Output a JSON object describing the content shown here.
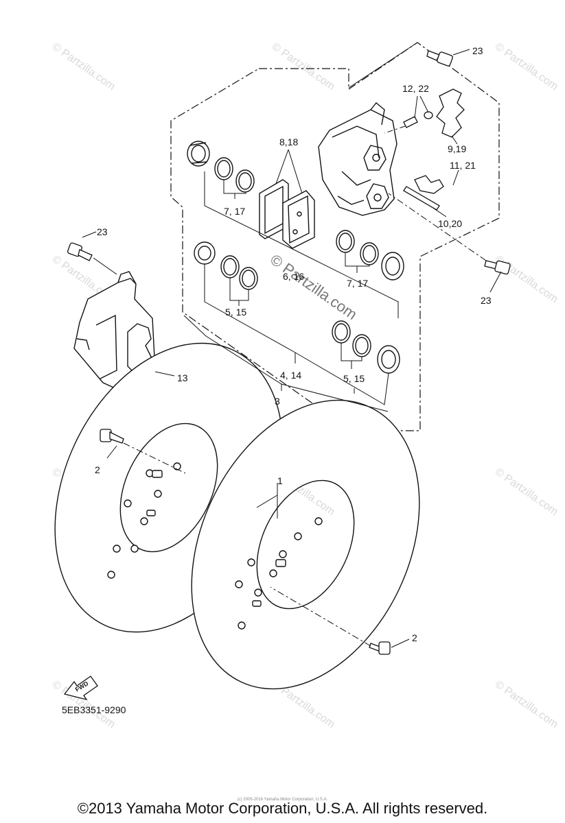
{
  "diagram": {
    "part_labels": {
      "l1": "1",
      "l2a": "2",
      "l2b": "2",
      "l3": "3",
      "l4_14": "4, 14",
      "l5_15a": "5, 15",
      "l5_15b": "5, 15",
      "l6_16": "6, 16",
      "l7_17a": "7, 17",
      "l7_17b": "7, 17",
      "l8_18": "8,18",
      "l9_19": "9,19",
      "l10_20": "10,20",
      "l11_21": "11, 21",
      "l12_22": "12, 22",
      "l13": "13",
      "l23a": "23",
      "l23b": "23",
      "l23c": "23"
    },
    "fwd_label": "FWD",
    "part_code": "5EB3351-9290",
    "watermark": "© Partzilla.com"
  },
  "footer": {
    "copyright": "©2013 Yamaha Motor Corporation, U.S.A. All rights reserved.",
    "tiny_copyright": "(c) 2005-2016 Yamaha Motor Corporation, U.S.A."
  }
}
